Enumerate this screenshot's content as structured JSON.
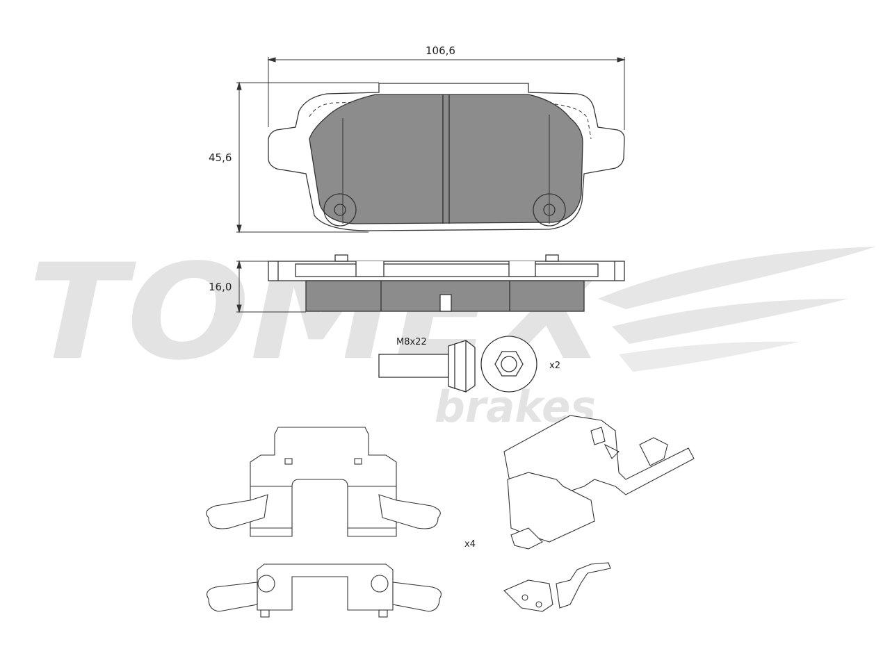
{
  "brand": {
    "name": "TOMEX",
    "sub": "brakes"
  },
  "dimensions": {
    "width": "106,6",
    "height": "45,6",
    "thickness": "16,0"
  },
  "bolt": {
    "size": "M8x22",
    "qty": "x2"
  },
  "clips": {
    "qty": "x4"
  },
  "colors": {
    "pad": "#8c8c8c",
    "line": "#333333",
    "watermark": "#e3e3e3"
  }
}
